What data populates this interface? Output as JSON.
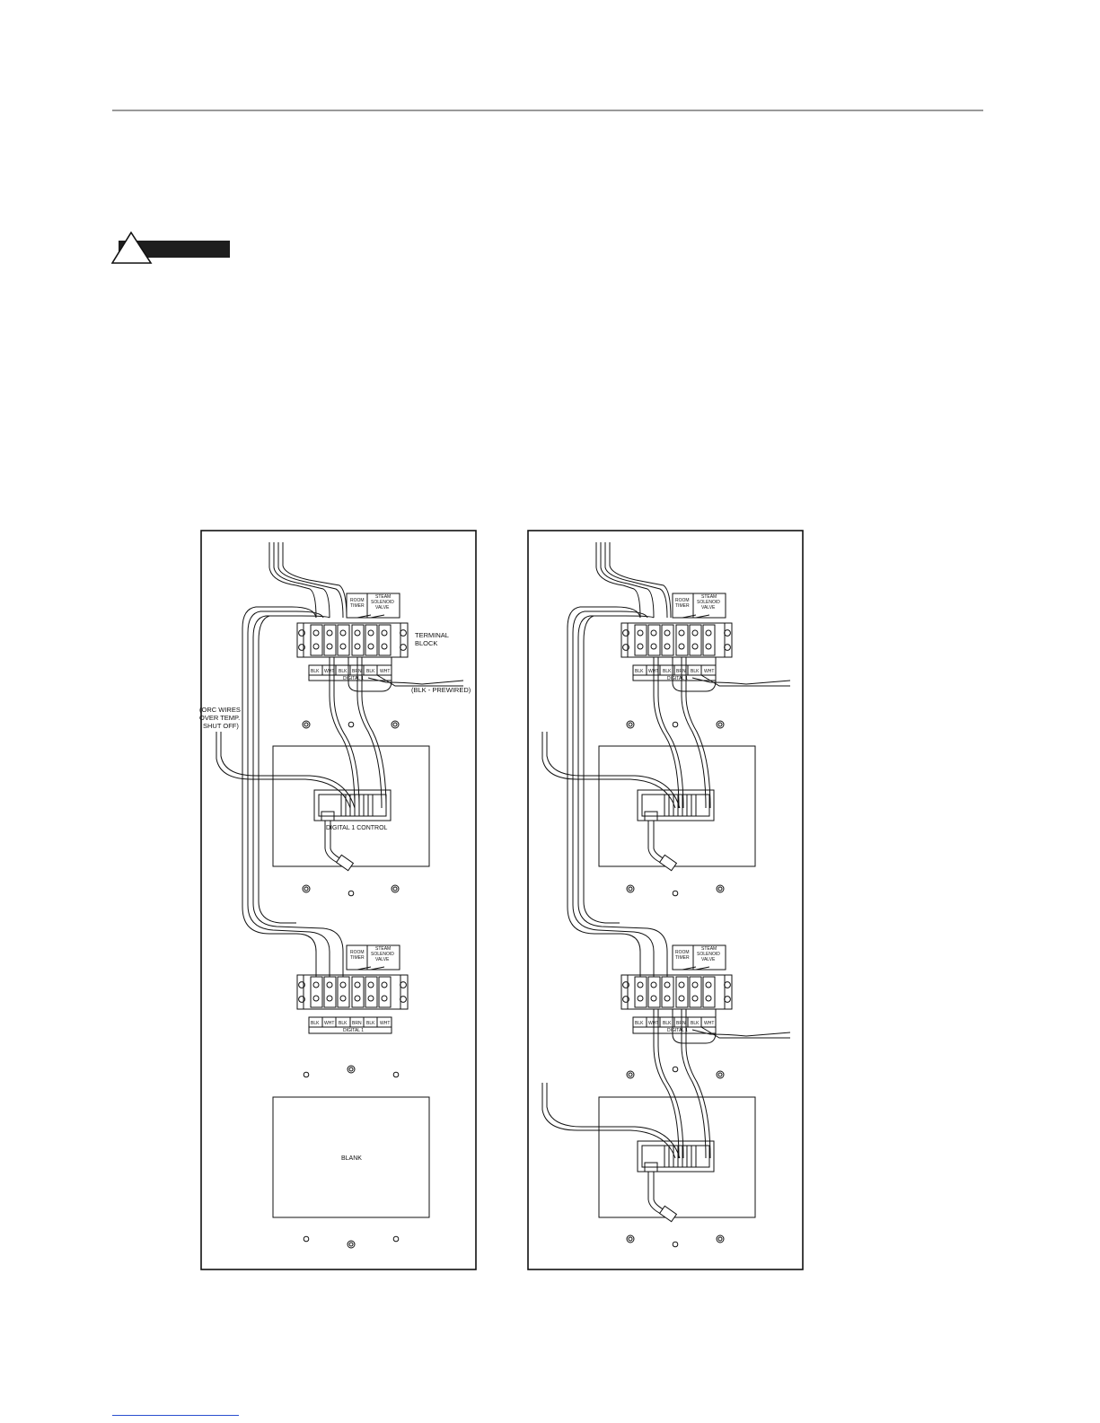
{
  "warning_icon": "warning-triangle-icon",
  "left_panel": {
    "terminal_block_label_1": "TERMINAL",
    "terminal_block_label_2": "BLOCK",
    "room_timer_1": "ROOM",
    "room_timer_2": "TIMER",
    "steam_valve_1": "STEAM",
    "steam_valve_2": "SOLENOID",
    "steam_valve_3": "VALVE",
    "prewired": "(BLK - PREWIRED)",
    "orc_1": "(ORC WIRES",
    "orc_2": "OVER TEMP.",
    "orc_3": "SHUT OFF)",
    "control_label": "DIGITAL 1 CONTROL",
    "blank_label": "BLANK",
    "terminal_colors": [
      "BLK",
      "WHT",
      "BLK",
      "BRN",
      "BLK",
      "WHT"
    ],
    "digital_label": "DIGITAL 1"
  },
  "right_panel": {
    "room_timer_1": "ROOM",
    "room_timer_2": "TIMER",
    "steam_valve_1": "STEAM",
    "steam_valve_2": "SOLENOID",
    "steam_valve_3": "VALVE",
    "terminal_colors": [
      "BLK",
      "WHT",
      "BLK",
      "BRN",
      "BLK",
      "WHT"
    ],
    "digital_label": "DIGITAL 1"
  }
}
